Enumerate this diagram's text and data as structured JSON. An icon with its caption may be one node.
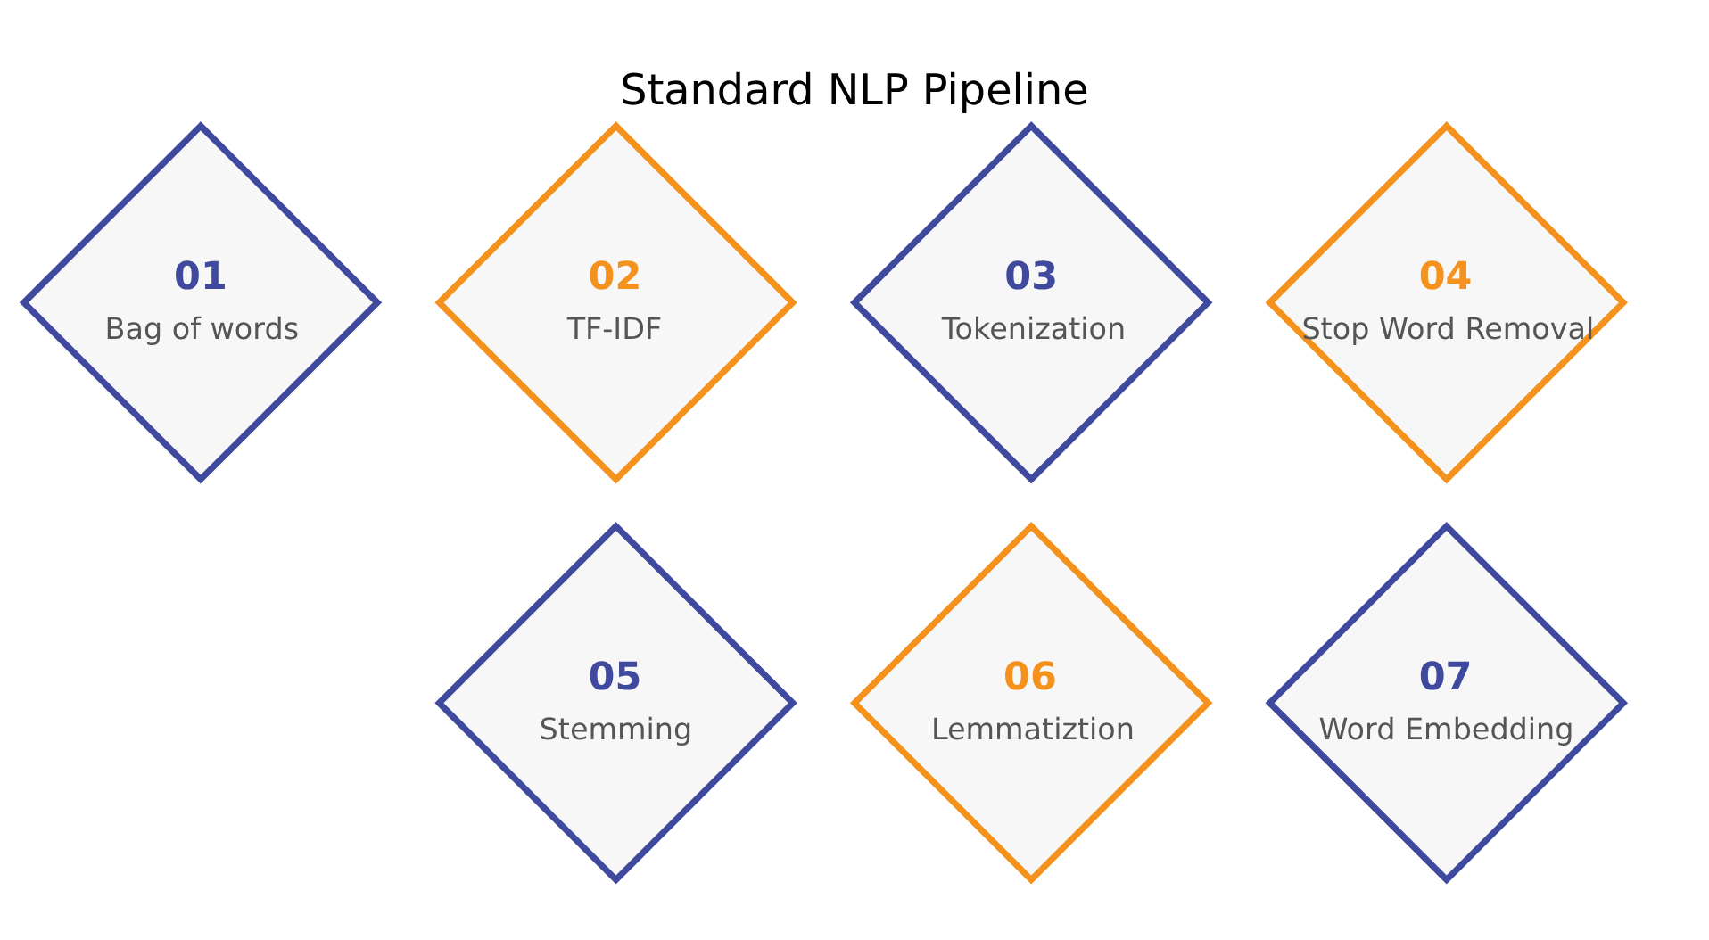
{
  "diagram": {
    "title": "Standard NLP Pipeline",
    "nodes": [
      {
        "text": [
          "01",
          "Bag of words"
        ]
      },
      {
        "text": [
          "02",
          "TF-IDF"
        ]
      },
      {
        "text": [
          "03",
          "Tokenization"
        ]
      },
      {
        "text": [
          "04",
          "Stop Word Removal"
        ]
      },
      {
        "text": [
          "05",
          "Stemming"
        ]
      },
      {
        "text": [
          "06",
          "Lemmatiztion"
        ]
      },
      {
        "text": [
          "07",
          "Word Embedding"
        ]
      }
    ],
    "edges": []
  }
}
